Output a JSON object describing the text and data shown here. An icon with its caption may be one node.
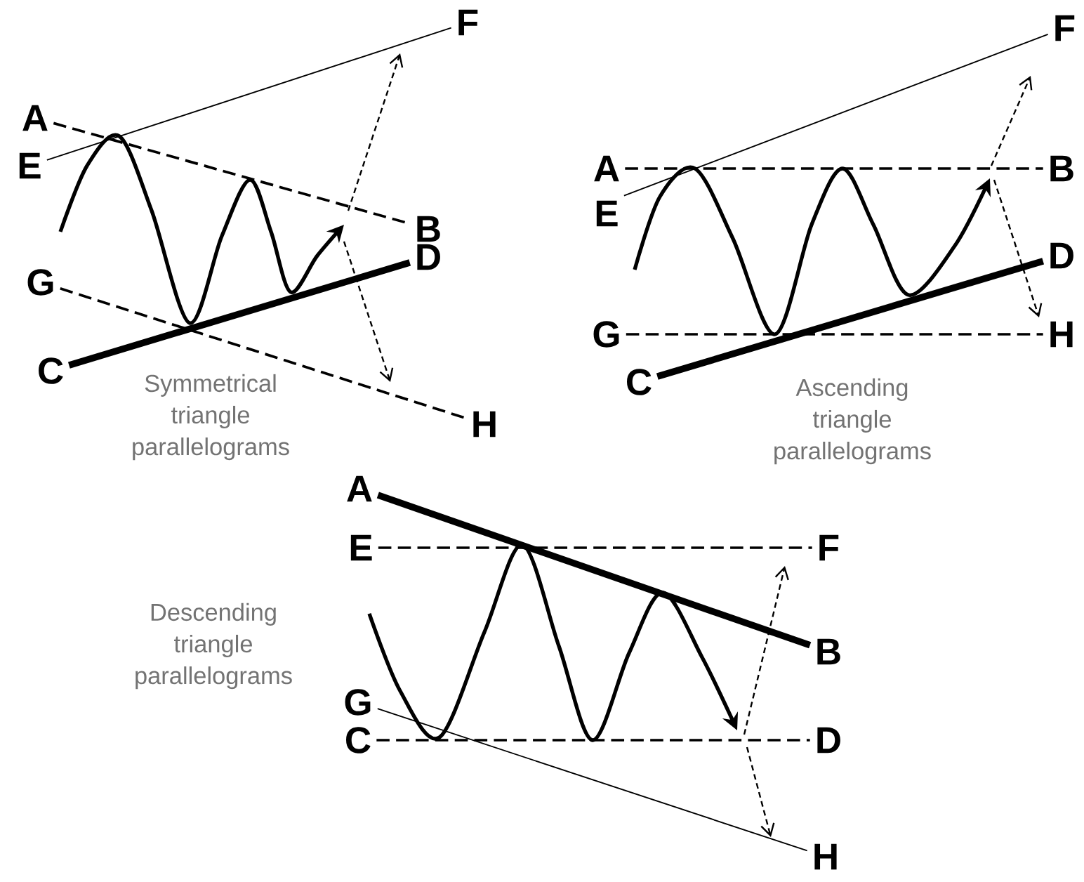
{
  "diagram": {
    "nodes": [
      {
        "text": [
          "F"
        ]
      },
      {
        "text": [
          "A"
        ]
      },
      {
        "text": [
          "E"
        ]
      },
      {
        "text": [
          "B"
        ]
      },
      {
        "text": [
          "D"
        ]
      },
      {
        "text": [
          "G"
        ]
      },
      {
        "text": [
          "C"
        ]
      },
      {
        "text": [
          "H"
        ]
      },
      {
        "text": [
          "F"
        ]
      },
      {
        "text": [
          "A"
        ]
      },
      {
        "text": [
          "B"
        ]
      },
      {
        "text": [
          "E"
        ]
      },
      {
        "text": [
          "D"
        ]
      },
      {
        "text": [
          "G"
        ]
      },
      {
        "text": [
          "H"
        ]
      },
      {
        "text": [
          "C"
        ]
      },
      {
        "text": [
          "A"
        ]
      },
      {
        "text": [
          "E"
        ]
      },
      {
        "text": [
          "F"
        ]
      },
      {
        "text": [
          "B"
        ]
      },
      {
        "text": [
          "G"
        ]
      },
      {
        "text": [
          "C"
        ]
      },
      {
        "text": [
          "D"
        ]
      },
      {
        "text": [
          "H"
        ]
      }
    ],
    "edges": [
      {
        "from": 1,
        "to": 3,
        "arrow": "none",
        "style": "dashed"
      },
      {
        "from": 2,
        "to": 0,
        "arrow": "none"
      },
      {
        "from": 6,
        "to": 4,
        "arrow": "none",
        "style": "thick"
      },
      {
        "from": 5,
        "to": 7,
        "arrow": "none",
        "style": "dashed"
      },
      {
        "from": 9,
        "to": 10,
        "arrow": "none",
        "style": "dashed"
      },
      {
        "from": 11,
        "to": 8,
        "arrow": "none"
      },
      {
        "from": 15,
        "to": 12,
        "arrow": "none",
        "style": "thick"
      },
      {
        "from": 13,
        "to": 14,
        "arrow": "none",
        "style": "dashed"
      },
      {
        "from": 16,
        "to": 19,
        "arrow": "none",
        "style": "thick"
      },
      {
        "from": 17,
        "to": 18,
        "arrow": "none",
        "style": "dashed"
      },
      {
        "from": 21,
        "to": 22,
        "arrow": "none",
        "style": "dashed"
      },
      {
        "from": 20,
        "to": 23,
        "arrow": "none"
      }
    ],
    "labels": [
      "Symmetrical triangle parallelograms",
      "Ascending triangle parallelograms",
      "Descending triangle parallelograms"
    ]
  }
}
